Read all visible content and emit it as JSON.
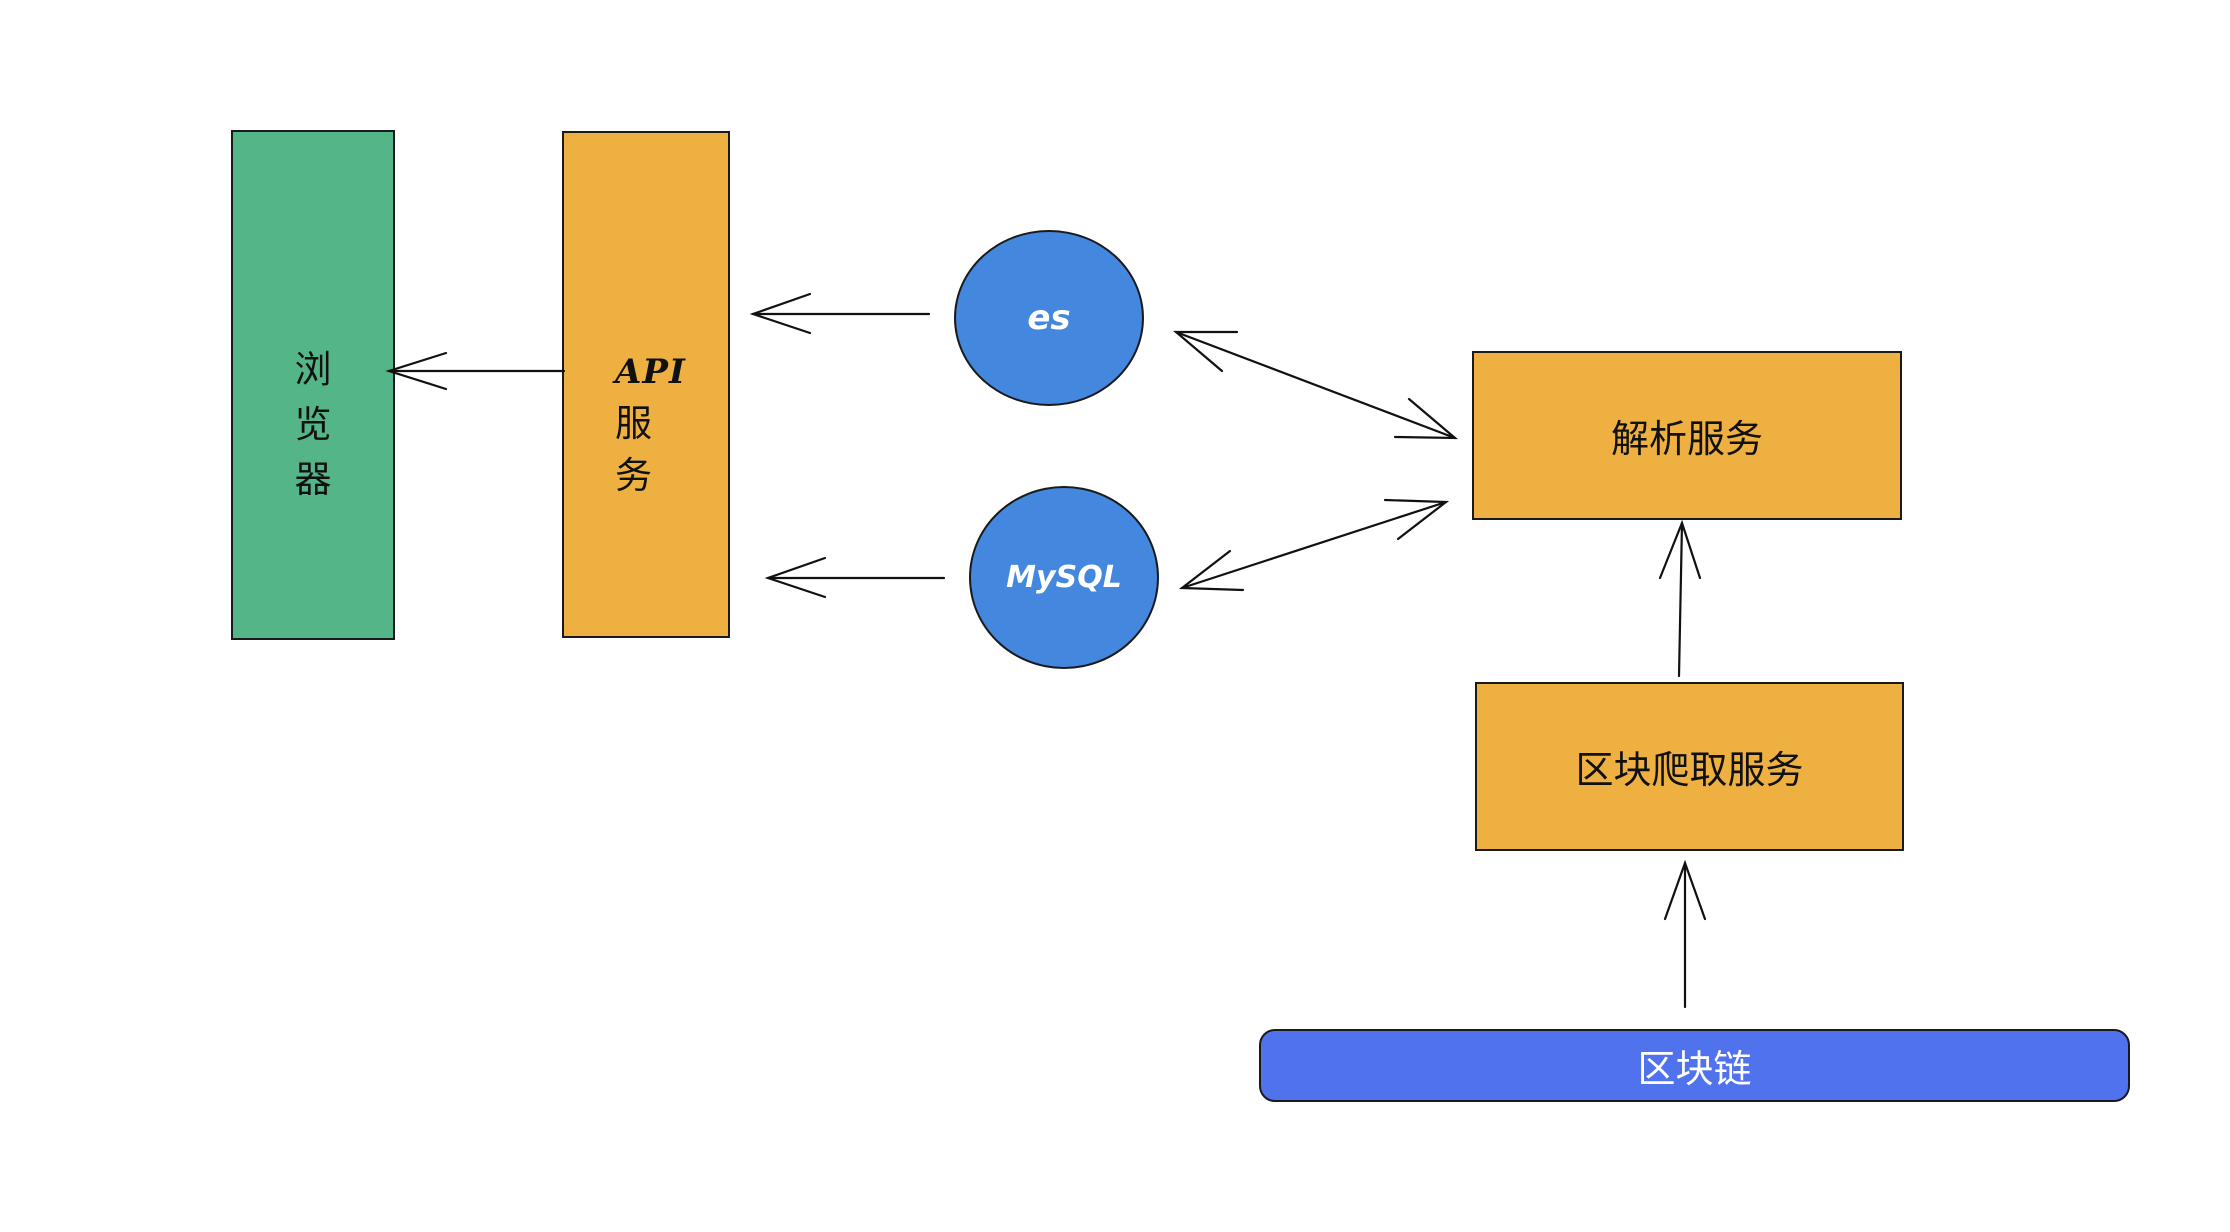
{
  "diagram": {
    "nodes": {
      "browser": {
        "label_lines": [
          "浏",
          "览",
          "器"
        ],
        "fill": "#54B588"
      },
      "api": {
        "label_lines": [
          "API",
          "服",
          "务"
        ],
        "fill": "#EEB141"
      },
      "es": {
        "label": "es",
        "fill": "#4487DE"
      },
      "mysql": {
        "label": "MySQL",
        "fill": "#4487DE"
      },
      "parse": {
        "label": "解析服务",
        "fill": "#EEB141"
      },
      "crawl": {
        "label": "区块爬取服务",
        "fill": "#EEB141"
      },
      "blockchain": {
        "label": "区块链",
        "fill": "#5072EC"
      }
    },
    "edges": [
      {
        "from": "api",
        "to": "browser",
        "direction": "forward"
      },
      {
        "from": "es",
        "to": "api",
        "direction": "forward"
      },
      {
        "from": "mysql",
        "to": "api",
        "direction": "forward"
      },
      {
        "from": "es",
        "to": "parse",
        "direction": "both"
      },
      {
        "from": "mysql",
        "to": "parse",
        "direction": "both"
      },
      {
        "from": "crawl",
        "to": "parse",
        "direction": "forward"
      },
      {
        "from": "blockchain",
        "to": "crawl",
        "direction": "forward"
      }
    ],
    "stroke_color": "#111111"
  }
}
